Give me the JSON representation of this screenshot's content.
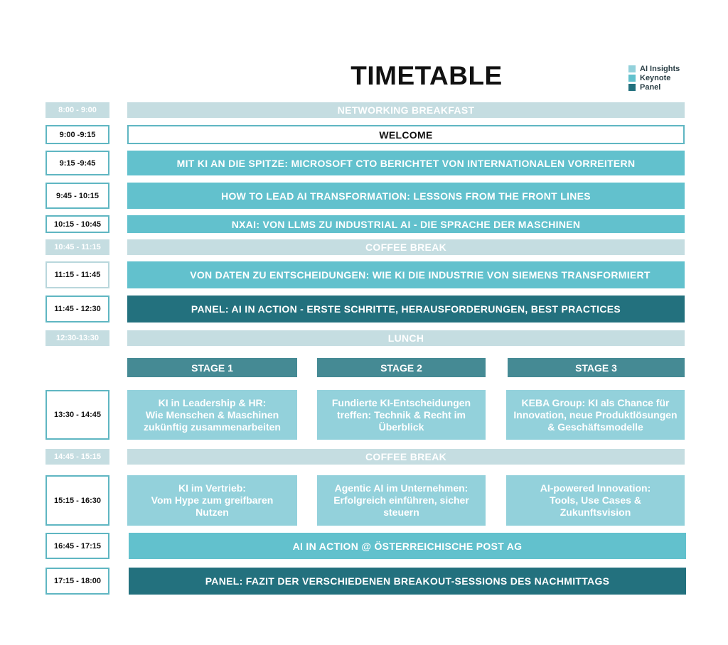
{
  "title": "TIMETABLE",
  "legend": [
    {
      "label": "AI Insights",
      "color": "#93d1db"
    },
    {
      "label": "Keynote",
      "color": "#62c1cd"
    },
    {
      "label": "Panel",
      "color": "#23717e"
    }
  ],
  "colors": {
    "break": "#c5dde1",
    "ai_insights": "#93d1db",
    "keynote": "#62c1cd",
    "panel": "#23717e",
    "stage": "#458a94",
    "border": "#5fb6c2"
  },
  "rows": {
    "r1": {
      "time": "8:00 - 9:00",
      "title": "NETWORKING BREAKFAST"
    },
    "r2": {
      "time": "9:00 -9:15",
      "title": "WELCOME"
    },
    "r3": {
      "time": "9:15 -9:45",
      "title": "MIT KI AN DIE SPITZE: MICROSOFT CTO BERICHTET VON INTERNATIONALEN VORREITERN"
    },
    "r4": {
      "time": "9:45 - 10:15",
      "title": "HOW TO LEAD AI TRANSFORMATION: LESSONS FROM THE FRONT LINES"
    },
    "r5": {
      "time": "10:15 - 10:45",
      "title": "NXAI: VON LLMS ZU INDUSTRIAL AI - DIE SPRACHE DER MASCHINEN"
    },
    "r6": {
      "time": "10:45 - 11:15",
      "title": "COFFEE BREAK"
    },
    "r7": {
      "time": "11:15 - 11:45",
      "title": "VON DATEN ZU ENTSCHEIDUNGEN: WIE KI DIE INDUSTRIE VON SIEMENS TRANSFORMIERT"
    },
    "r8": {
      "time": "11:45 - 12:30",
      "title": "PANEL: AI IN ACTION - ERSTE SCHRITTE, HERAUSFORDERUNGEN, BEST PRACTICES"
    },
    "r9": {
      "time": "12:30-13:30",
      "title": "LUNCH"
    },
    "r10": {
      "time": "13:30 - 14:45"
    },
    "r11": {
      "time": "14:45 - 15:15",
      "title": "COFFEE BREAK"
    },
    "r12": {
      "time": "15:15 - 16:30"
    },
    "r13": {
      "time": "16:45 - 17:15",
      "title": "AI IN ACTION @ ÖSTERREICHISCHE POST AG"
    },
    "r14": {
      "time": "17:15 - 18:00",
      "title": "PANEL: FAZIT DER VERSCHIEDENEN BREAKOUT-SESSIONS DES NACHMITTAGS"
    }
  },
  "stages": [
    "STAGE 1",
    "STAGE 2",
    "STAGE 3"
  ],
  "sessions_1330": [
    "KI in Leadership & HR:\nWie Menschen & Maschinen\nzukünftig zusammenarbeiten",
    "Fundierte KI-Entscheidungen\ntreffen: Technik & Recht im\nÜberblick",
    "KEBA Group: KI als Chance für\nInnovation, neue Produktlösungen\n& Geschäftsmodelle"
  ],
  "sessions_1515": [
    "KI im Vertrieb:\nVom Hype zum greifbaren\nNutzen",
    "Agentic AI im Unternehmen:\nErfolgreich einführen, sicher\nsteuern",
    "AI-powered Innovation:\nTools, Use Cases &\nZukunftsvision"
  ]
}
